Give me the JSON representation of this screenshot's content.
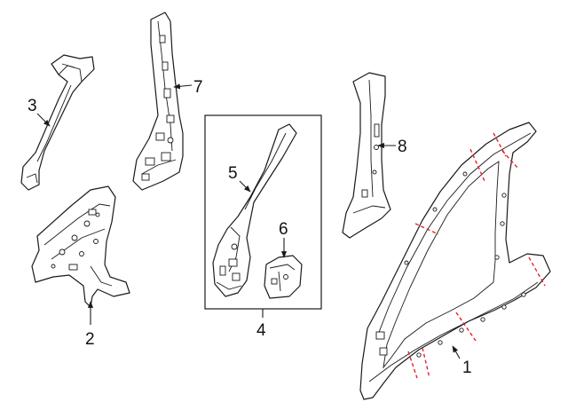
{
  "colors": {
    "line": "#1a1a1a",
    "cut_line": "#e8202a",
    "background": "#ffffff"
  },
  "callouts": [
    {
      "id": "1",
      "label": "1"
    },
    {
      "id": "2",
      "label": "2"
    },
    {
      "id": "3",
      "label": "3"
    },
    {
      "id": "4",
      "label": "4"
    },
    {
      "id": "5",
      "label": "5"
    },
    {
      "id": "6",
      "label": "6"
    },
    {
      "id": "7",
      "label": "7"
    },
    {
      "id": "8",
      "label": "8"
    }
  ]
}
